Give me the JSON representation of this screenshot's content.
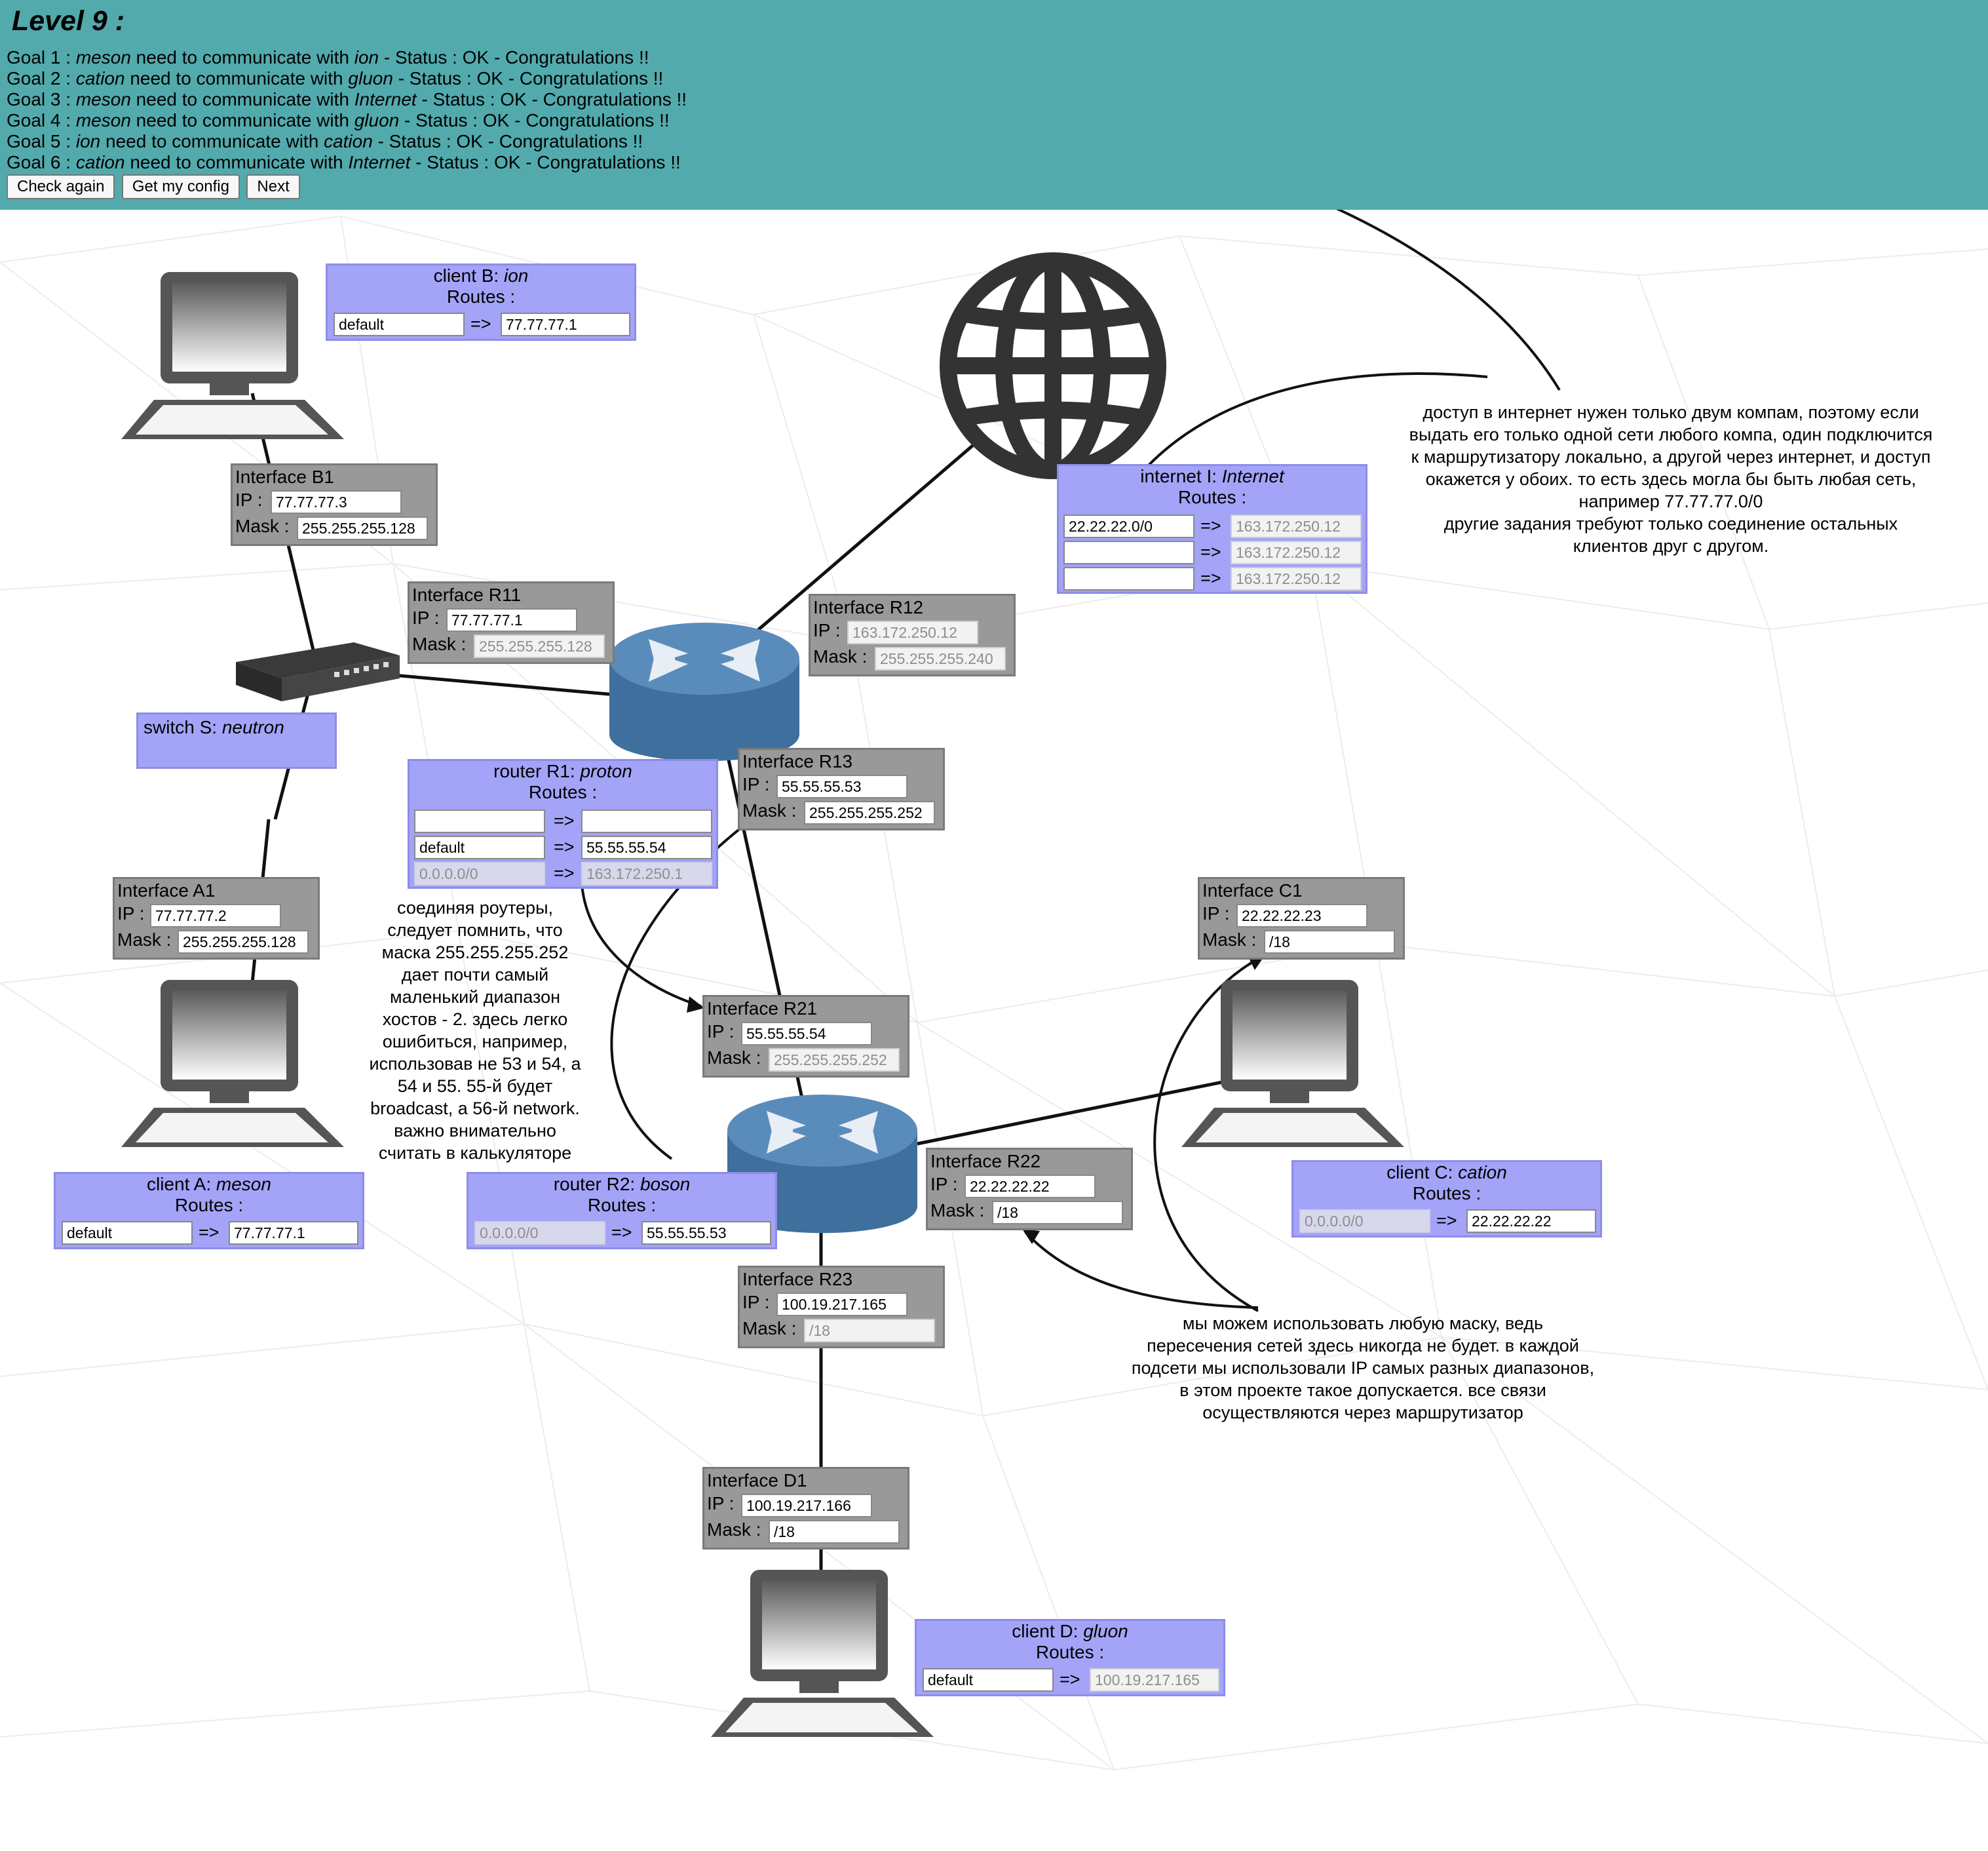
{
  "level": {
    "title": "Level 9 :"
  },
  "goals": [
    {
      "prefix": "Goal 1 : ",
      "a": "meson",
      "mid": " need to communicate with ",
      "b": "ion",
      "status": " - Status : OK - Congratulations !!"
    },
    {
      "prefix": "Goal 2 : ",
      "a": "cation",
      "mid": " need to communicate with ",
      "b": "gluon",
      "status": " - Status : OK - Congratulations !!"
    },
    {
      "prefix": "Goal 3 : ",
      "a": "meson",
      "mid": " need to communicate with ",
      "b": "Internet",
      "status": " - Status : OK - Congratulations !!"
    },
    {
      "prefix": "Goal 4 : ",
      "a": "meson",
      "mid": " need to communicate with ",
      "b": "gluon",
      "status": " - Status : OK - Congratulations !!"
    },
    {
      "prefix": "Goal 5 : ",
      "a": "ion",
      "mid": " need to communicate with ",
      "b": "cation",
      "status": " - Status : OK - Congratulations !!"
    },
    {
      "prefix": "Goal 6 : ",
      "a": "cation",
      "mid": " need to communicate with ",
      "b": "Internet",
      "status": " - Status : OK - Congratulations !!"
    }
  ],
  "buttons": {
    "check": "Check again",
    "config": "Get my config",
    "next": "Next"
  },
  "common": {
    "ip_label": "IP :",
    "mask_label": "Mask :",
    "routes_label": "Routes :",
    "arrow": "=>"
  },
  "client_b": {
    "label": "client B: ",
    "name": "ion",
    "routes": [
      {
        "dest": "default",
        "gw": "77.77.77.1"
      }
    ]
  },
  "client_a": {
    "label": "client A: ",
    "name": "meson",
    "routes": [
      {
        "dest": "default",
        "gw": "77.77.77.1"
      }
    ]
  },
  "client_c": {
    "label": "client C: ",
    "name": "cation",
    "routes": [
      {
        "dest": "0.0.0.0/0",
        "gw": "22.22.22.22"
      }
    ]
  },
  "client_d": {
    "label": "client D: ",
    "name": "gluon",
    "routes": [
      {
        "dest": "default",
        "gw": "100.19.217.165"
      }
    ]
  },
  "internet": {
    "label": "internet I: ",
    "name": "Internet",
    "routes": [
      {
        "dest": "22.22.22.0/0",
        "gw": "163.172.250.12"
      },
      {
        "dest": "",
        "gw": "163.172.250.12"
      },
      {
        "dest": "",
        "gw": "163.172.250.12"
      }
    ]
  },
  "switch": {
    "label": "switch S: ",
    "name": "neutron"
  },
  "router_r1": {
    "label": "router R1: ",
    "name": "proton",
    "routes": [
      {
        "dest": "",
        "gw": ""
      },
      {
        "dest": "default",
        "gw": "55.55.55.54"
      },
      {
        "dest": "0.0.0.0/0",
        "gw": "163.172.250.1"
      }
    ]
  },
  "router_r2": {
    "label": "router R2: ",
    "name": "boson",
    "routes": [
      {
        "dest": "0.0.0.0/0",
        "gw": "55.55.55.53"
      }
    ]
  },
  "interfaces": {
    "b1": {
      "title": "Interface B1",
      "ip": "77.77.77.3",
      "mask": "255.255.255.128"
    },
    "a1": {
      "title": "Interface A1",
      "ip": "77.77.77.2",
      "mask": "255.255.255.128"
    },
    "r11": {
      "title": "Interface R11",
      "ip": "77.77.77.1",
      "mask": "255.255.255.128"
    },
    "r12": {
      "title": "Interface R12",
      "ip": "163.172.250.12",
      "mask": "255.255.255.240"
    },
    "r13": {
      "title": "Interface R13",
      "ip": "55.55.55.53",
      "mask": "255.255.255.252"
    },
    "r21": {
      "title": "Interface R21",
      "ip": "55.55.55.54",
      "mask": "255.255.255.252"
    },
    "r22": {
      "title": "Interface R22",
      "ip": "22.22.22.22",
      "mask": "/18"
    },
    "r23": {
      "title": "Interface R23",
      "ip": "100.19.217.165",
      "mask": "/18"
    },
    "c1": {
      "title": "Interface C1",
      "ip": "22.22.22.23",
      "mask": "/18"
    },
    "d1": {
      "title": "Interface D1",
      "ip": "100.19.217.166",
      "mask": "/18"
    }
  },
  "notes": {
    "internet": [
      "доступ в интернет нужен только двум компам, поэтому если",
      "выдать его только одной сети любого компа, один подключится",
      "к маршрутизатору локально, а другой через интернет, и доступ",
      "окажется у обоих. то есть здесь могла бы быть любая сеть,",
      "например 77.77.77.0/0",
      "другие задания требуют только соединение остальных",
      "клиентов друг с другом."
    ],
    "routers": [
      "соединяя роутеры,",
      "следует помнить, что",
      "маска 255.255.255.252",
      "дает почти самый",
      "маленький диапазон",
      "хостов - 2. здесь легко",
      "ошибиться, например,",
      "использовав не 53 и 54, а",
      "54 и 55. 55-й будет",
      "broadcast, а 56-й network.",
      "важно внимательно",
      "считать в калькуляторе"
    ],
    "mask": [
      "мы можем использовать любую маску, ведь",
      "пересечения сетей здесь никогда не будет. в каждой",
      "подсети мы использовали IP самых разных диапазонов,",
      "в этом проекте такое допускается. все связи",
      "осуществляются через маршрутизатор"
    ]
  },
  "colors": {
    "header": "#52aaad",
    "interface": "#999999",
    "node": "#a3a3f8",
    "router": "#4a7aa8"
  }
}
